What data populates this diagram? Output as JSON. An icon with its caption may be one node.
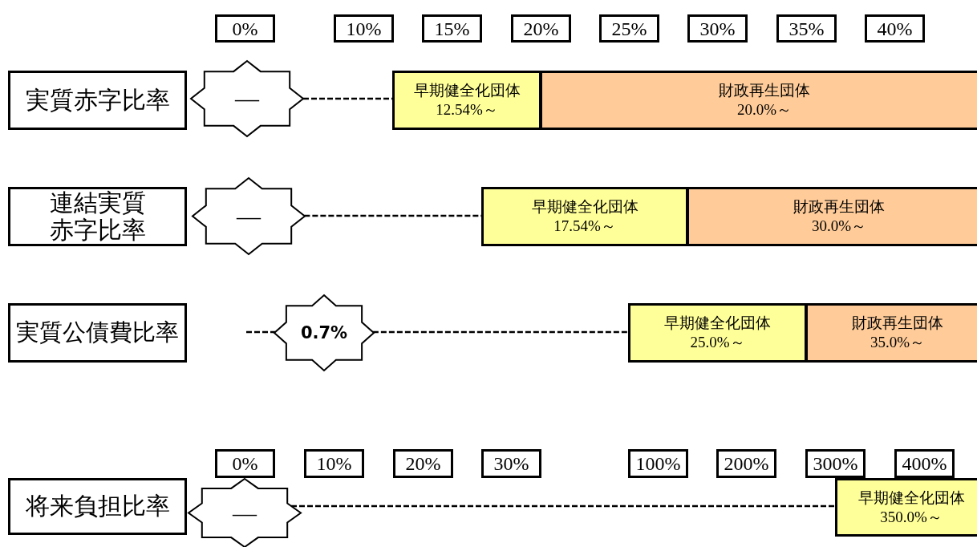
{
  "diagram": {
    "nodes": [
      {
        "text": [
          "0%"
        ]
      },
      {
        "text": [
          "10%"
        ]
      },
      {
        "text": [
          "15%"
        ]
      },
      {
        "text": [
          "20%"
        ]
      },
      {
        "text": [
          "25%"
        ]
      },
      {
        "text": [
          "30%"
        ]
      },
      {
        "text": [
          "35%"
        ]
      },
      {
        "text": [
          "40%"
        ]
      },
      {
        "text": [
          "実質赤字比率"
        ]
      },
      {
        "text": [
          "—"
        ]
      },
      {
        "text": [
          "早期健全化団体",
          "12.54%～"
        ]
      },
      {
        "text": [
          "財政再生団体",
          "20.0%～"
        ]
      },
      {
        "text": [
          "連結実質赤字比率"
        ]
      },
      {
        "text": [
          "—"
        ]
      },
      {
        "text": [
          "早期健全化団体",
          "17.54%～"
        ]
      },
      {
        "text": [
          "財政再生団体",
          "30.0%～"
        ]
      },
      {
        "text": [
          "実質公債費比率"
        ]
      },
      {
        "text": [
          "0.7%"
        ]
      },
      {
        "text": [
          "早期健全化団体",
          "25.0%～"
        ]
      },
      {
        "text": [
          "財政再生団体",
          "35.0%～"
        ]
      },
      {
        "text": [
          "0%"
        ]
      },
      {
        "text": [
          "10%"
        ]
      },
      {
        "text": [
          "20%"
        ]
      },
      {
        "text": [
          "30%"
        ]
      },
      {
        "text": [
          "100%"
        ]
      },
      {
        "text": [
          "200%"
        ]
      },
      {
        "text": [
          "300%"
        ]
      },
      {
        "text": [
          "400%"
        ]
      },
      {
        "text": [
          "将来負担比率"
        ]
      },
      {
        "text": [
          "—"
        ]
      },
      {
        "text": [
          "早期健全化団体",
          "350.0%～"
        ]
      }
    ],
    "edges": [
      {
        "from": 9,
        "to": 10,
        "arrow": "none",
        "style": "dashed"
      },
      {
        "from": 13,
        "to": 14,
        "arrow": "none",
        "style": "dashed"
      },
      {
        "from": null,
        "to": 17,
        "arrow": "none",
        "style": "dashed"
      },
      {
        "from": 17,
        "to": 18,
        "arrow": "none",
        "style": "dashed"
      },
      {
        "from": 29,
        "to": 30,
        "arrow": "none",
        "style": "dashed"
      }
    ]
  }
}
